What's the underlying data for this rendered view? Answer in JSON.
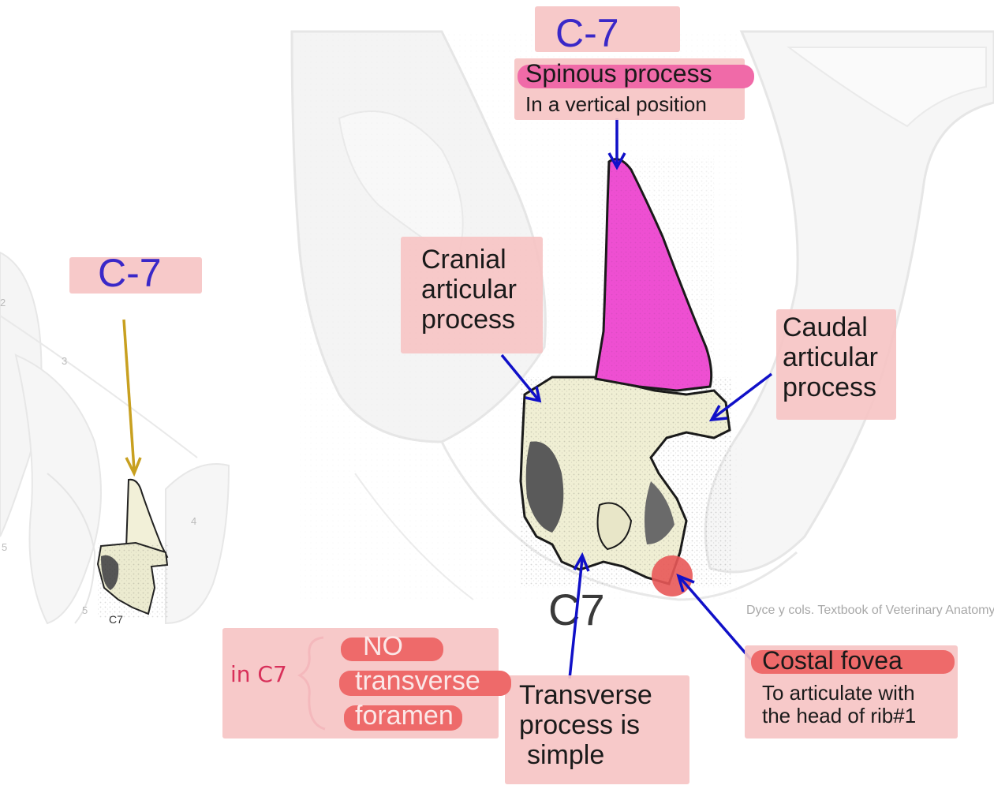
{
  "colors": {
    "highlight": "#f6c4c4",
    "spinous": "#ee4fd2",
    "fovea": "#e85858",
    "arrow_blue": "#1010c8",
    "arrow_gold": "#c8a020",
    "title_blue": "#3a28c8",
    "hand_red": "#d8305a"
  },
  "left_panel": {
    "title": "C-7",
    "vertebra_numbers": [
      "2",
      "3",
      "4",
      "5",
      "5"
    ],
    "vertebra_label": "C7"
  },
  "main": {
    "title": "C-7",
    "spinous": {
      "heading": "Spinous process",
      "note": "In a vertical position"
    },
    "cranial": [
      "Cranial",
      "articular",
      "process"
    ],
    "caudal": [
      "Caudal",
      "articular",
      "process"
    ],
    "bone_label": "C7",
    "credit": "Dyce y cols. Textbook of Veterinary Anatomy",
    "costal": {
      "heading": "Costal fovea",
      "note_lines": [
        "To articulate with",
        "the head of rib#1"
      ]
    },
    "transverse": [
      "Transverse",
      "process is",
      "simple"
    ],
    "no_foramen": {
      "hand_note": "in C7",
      "lines": [
        "NO",
        "transverse",
        "foramen"
      ]
    }
  }
}
